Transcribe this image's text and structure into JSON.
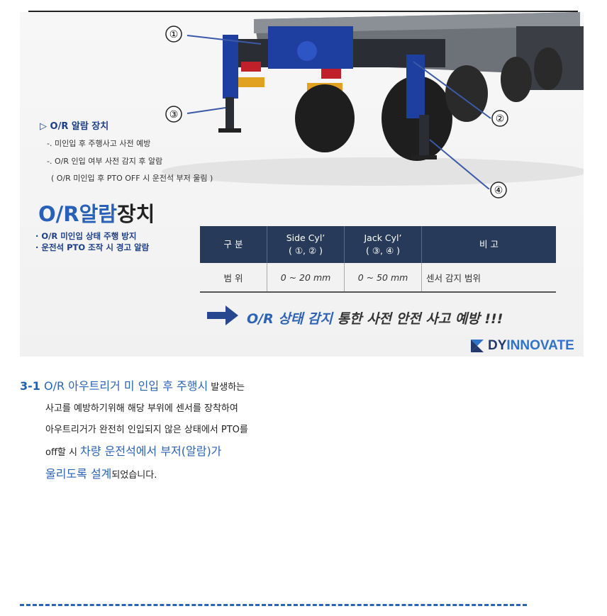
{
  "figure": {
    "callouts": [
      "①",
      "②",
      "③",
      "④"
    ],
    "alarm_box": {
      "title": "▷ O/R 알람 장치",
      "lines": [
        "-. 미인입 후 주행사고 사전 예방",
        "-. O/R 인입 여부 사전 감지 후 알람",
        "( O/R 미인입 후 PTO OFF 시 운전석 부저 울림 )"
      ]
    },
    "heading_part1": "O/R알람",
    "heading_part2": "장치",
    "bullets": [
      "· O/R 미인입 상태 주행 방지",
      "· 운전석 PTO 조작 시 경고 알람"
    ],
    "table": {
      "headers": [
        {
          "line1": "구 분",
          "line2": ""
        },
        {
          "line1": "Side Cyl’",
          "line2": "( ①, ② )"
        },
        {
          "line1": "Jack Cyl’",
          "line2": "( ③, ④ )"
        },
        {
          "line1": "비 고",
          "line2": ""
        }
      ],
      "rows": [
        [
          "범 위",
          "0 ~ 20 mm",
          "0 ~ 50 mm",
          "센서 감지 범위"
        ]
      ]
    },
    "slogan_highlight": "O/R 상태 감지",
    "slogan_rest": " 통한 사전 안전 사고 예방 !!!",
    "logo_dy": "DY",
    "logo_innovate": "INNOVATE",
    "colors": {
      "navy": "#273a59",
      "blue": "#2b63b6",
      "truck_blue": "#1f3fa0"
    }
  },
  "body": {
    "number": "3-1",
    "part1": " O/R 아우트리거 미 인입 후 주행시",
    "part2": " 발생하는",
    "line2": "사고를 예방하기위해 해당 부위에 센서를 장착하여",
    "line3": "아우트리거가 완전히 인입되지 않은 상태에서 PTO를",
    "line4a": "off할 시 ",
    "line4b": "차량 운전석에서 부저(알람)가",
    "line5a": "울리도록 설계",
    "line5b": "되었습니다."
  }
}
